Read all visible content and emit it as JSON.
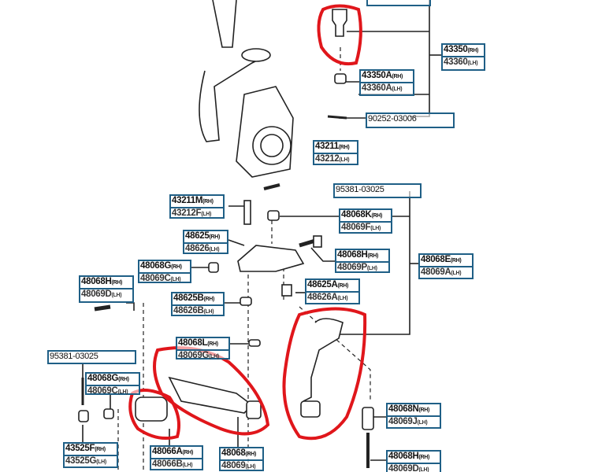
{
  "diagram": {
    "colors": {
      "label_border": "#1f5f86",
      "highlight": "#e0161b",
      "line": "#222222"
    },
    "labels": [
      {
        "part": "43350",
        "side": "RH",
        "part2": "43360",
        "side2": "LH"
      },
      {
        "part": "43350A",
        "side": "RH",
        "part2": "43360A",
        "side2": "LH"
      },
      {
        "part": "90252-03006",
        "side": "",
        "part2": "",
        "side2": ""
      },
      {
        "part": "43211",
        "side": "RH",
        "part2": "43212",
        "side2": "LH"
      },
      {
        "part": "95381-03025",
        "side": "",
        "part2": "",
        "side2": ""
      },
      {
        "part": "43211M",
        "side": "RH",
        "part2": "43212F",
        "side2": "LH"
      },
      {
        "part": "48068K",
        "side": "RH",
        "part2": "48069F",
        "side2": "LH"
      },
      {
        "part": "48625",
        "side": "RH",
        "part2": "48626",
        "side2": "LH"
      },
      {
        "part": "48068H",
        "side": "RH",
        "part2": "48069P",
        "side2": "LH"
      },
      {
        "part": "48068E",
        "side": "RH",
        "part2": "48069A",
        "side2": "LH"
      },
      {
        "part": "48068G",
        "side": "RH",
        "part2": "48069C",
        "side2": "LH"
      },
      {
        "part": "48068H",
        "side": "RH",
        "part2": "48069D",
        "side2": "LH"
      },
      {
        "part": "48625B",
        "side": "RH",
        "part2": "48626B",
        "side2": "LH"
      },
      {
        "part": "48625A",
        "side": "RH",
        "part2": "48626A",
        "side2": "LH"
      },
      {
        "part": "48068L",
        "side": "RH",
        "part2": "48069G",
        "side2": "LH"
      },
      {
        "part": "95381-03025",
        "side": "",
        "part2": "",
        "side2": ""
      },
      {
        "part": "48068G",
        "side": "RH",
        "part2": "48069C",
        "side2": "LH"
      },
      {
        "part": "43525F",
        "side": "RH",
        "part2": "43525G",
        "side2": "LH"
      },
      {
        "part": "48066A",
        "side": "RH",
        "part2": "48066B",
        "side2": "LH"
      },
      {
        "part": "48068",
        "side": "RH",
        "part2": "48069",
        "side2": "LH"
      },
      {
        "part": "48068N",
        "side": "RH",
        "part2": "48069J",
        "side2": "LH"
      },
      {
        "part": "48068H",
        "side": "RH",
        "part2": "48069D",
        "side2": "LH"
      }
    ]
  }
}
